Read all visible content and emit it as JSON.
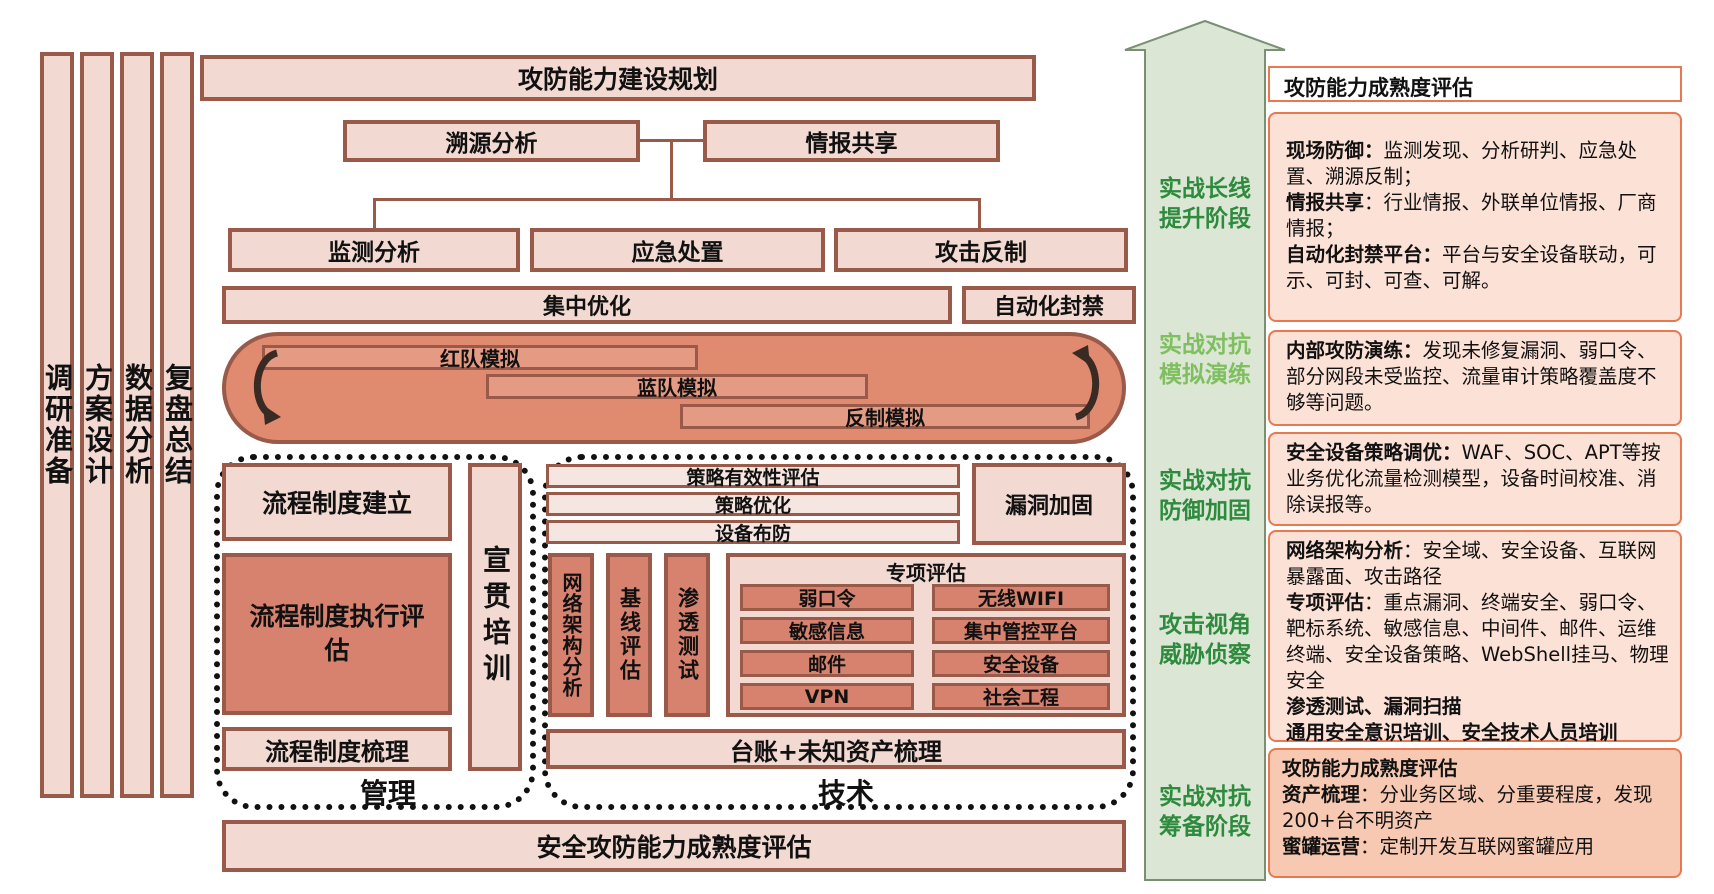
{
  "columns": [
    "调研准备",
    "方案设计",
    "数据分析",
    "复盘总结"
  ],
  "top": {
    "planning": "攻防能力建设规划",
    "trace": "溯源分析",
    "intel": "情报共享",
    "monitor": "监测分析",
    "emergency": "应急处置",
    "counter": "攻击反制",
    "optimize": "集中优化",
    "autoblock": "自动化封禁"
  },
  "simulation": {
    "red": "红队模拟",
    "blue": "蓝队模拟",
    "counter": "反制模拟"
  },
  "management": {
    "label": "管理",
    "establish": "流程制度建立",
    "execute": "流程制度执行评估",
    "sort": "流程制度梳理",
    "training": "宣贯培训"
  },
  "technology": {
    "label": "技术",
    "policy_eval": "策略有效性评估",
    "policy_opt": "策略优化",
    "deploy": "设备布防",
    "vuln": "漏洞加固",
    "arch": "网络架构分析",
    "baseline": "基线评估",
    "pentest": "渗透测试",
    "special_title": "专项评估",
    "special_items": [
      "弱口令",
      "无线WIFI",
      "敏感信息",
      "集中管控平台",
      "邮件",
      "安全设备",
      "VPN",
      "社会工程"
    ],
    "assets": "台账+未知资产梳理"
  },
  "bottom": "安全攻防能力成熟度评估",
  "stages": [
    {
      "line1": "实战长线",
      "line2": "提升阶段",
      "color": "#2e8b3e"
    },
    {
      "line1": "实战对抗",
      "line2": "模拟演练",
      "color": "#7fbf5f"
    },
    {
      "line1": "实战对抗",
      "line2": "防御加固",
      "color": "#2e8b3e"
    },
    {
      "line1": "攻击视角",
      "line2": "威胁侦察",
      "color": "#2e8b3e"
    },
    {
      "line1": "实战对抗",
      "line2": "筹备阶段",
      "color": "#2e8b3e"
    }
  ],
  "right": {
    "header": "攻防能力成熟度评估",
    "box1": {
      "k1": "现场防御：",
      "v1": "监测发现、分析研判、应急处置、溯源反制；",
      "k2": "情报共享",
      "v2": "：行业情报、外联单位情报、厂商情报；",
      "k3": "自动化封禁平台：",
      "v3": "平台与安全设备联动，可示、可封、可查、可解。"
    },
    "box2": {
      "k": "内部攻防演练：",
      "v": "发现未修复漏洞、弱口令、部分网段未受监控、流量审计策略覆盖度不够等问题。"
    },
    "box3": {
      "k": "安全设备策略调优：",
      "v": "WAF、SOC、APT等按业务优化流量检测模型，设备时间校准、消除误报等。"
    },
    "box4": {
      "k1": "网络架构分析",
      "v1": "：安全域、安全设备、互联网暴露面、攻击路径",
      "k2": "专项评估",
      "v2": "：重点漏洞、终端安全、弱口令、靶标系统、敏感信息、中间件、邮件、运维终端、安全设备策略、WebShell挂马、物理安全",
      "k3": "渗透测试、漏洞扫描",
      "k4": "通用安全意识培训、安全技术人员培训"
    },
    "box5": {
      "title": "攻防能力成熟度评估",
      "k1": "资产梳理",
      "v1": "：分业务区域、分重要程度，发现200+台不明资产",
      "k2": "蜜罐运营",
      "v2": "：定制开发互联网蜜罐应用"
    }
  },
  "colors": {
    "border": "#9a5a4a",
    "light": "#f2d9d2",
    "medium": "#d7826e",
    "arrow": "#dbe6d5",
    "accent": "#e7784f"
  }
}
